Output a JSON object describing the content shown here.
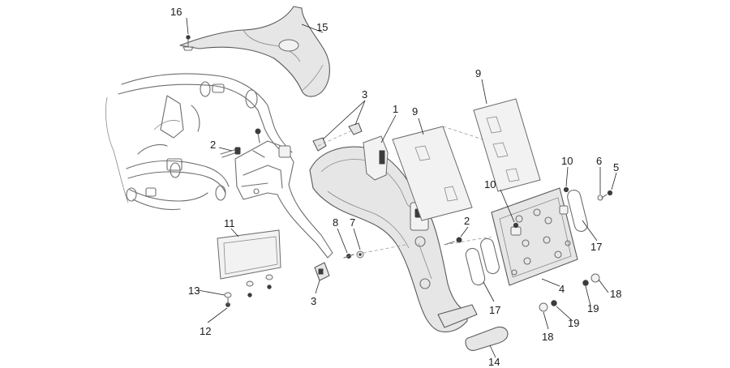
{
  "callouts": [
    {
      "id": "c16",
      "text": "16"
    },
    {
      "id": "c15",
      "text": "15"
    },
    {
      "id": "c3a",
      "text": "3"
    },
    {
      "id": "c1",
      "text": "1"
    },
    {
      "id": "c9a",
      "text": "9"
    },
    {
      "id": "c9b",
      "text": "9"
    },
    {
      "id": "c2a",
      "text": "2"
    },
    {
      "id": "c10a",
      "text": "10"
    },
    {
      "id": "c6",
      "text": "6"
    },
    {
      "id": "c5",
      "text": "5"
    },
    {
      "id": "c10b",
      "text": "10"
    },
    {
      "id": "c11",
      "text": "11"
    },
    {
      "id": "c8",
      "text": "8"
    },
    {
      "id": "c7",
      "text": "7"
    },
    {
      "id": "c2b",
      "text": "2"
    },
    {
      "id": "c17a",
      "text": "17"
    },
    {
      "id": "c13",
      "text": "13"
    },
    {
      "id": "c3b",
      "text": "3"
    },
    {
      "id": "c4",
      "text": "4"
    },
    {
      "id": "c18a",
      "text": "18"
    },
    {
      "id": "c17b",
      "text": "17"
    },
    {
      "id": "c19a",
      "text": "19"
    },
    {
      "id": "c12",
      "text": "12"
    },
    {
      "id": "c18b",
      "text": "18"
    },
    {
      "id": "c19b",
      "text": "19"
    },
    {
      "id": "c14",
      "text": "14"
    }
  ]
}
